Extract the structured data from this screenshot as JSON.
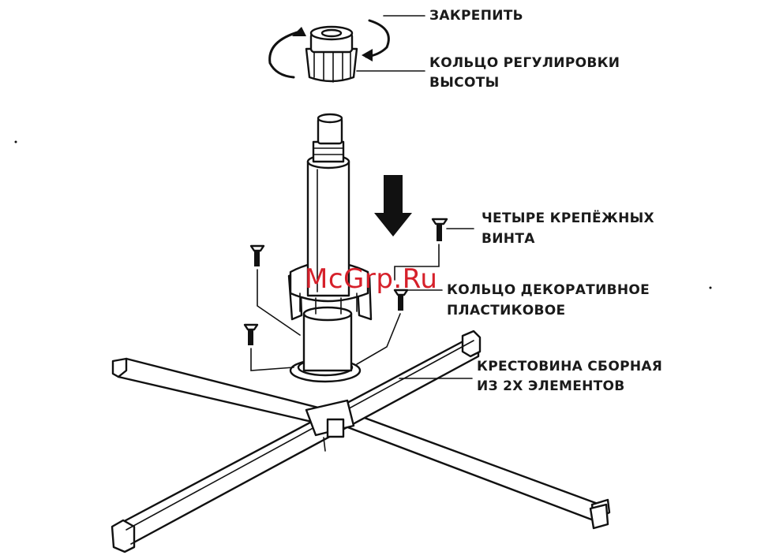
{
  "labels": {
    "fix": "ЗАКРЕПИТЬ",
    "height_ring_line1": "КОЛЬЦО РЕГУЛИРОВКИ",
    "height_ring_line2": "ВЫСОТЫ",
    "screws_line1": "ЧЕТЫРЕ КРЕПЁЖНЫХ",
    "screws_line2": "ВИНТА",
    "deco_ring_line1": "КОЛЬЦО ДЕКОРАТИВНОЕ",
    "deco_ring_line2": "ПЛАСТИКОВОЕ",
    "crosspiece_line1": "КРЕСТОВИНА СБОРНАЯ",
    "crosspiece_line2": "ИЗ 2Х ЭЛЕМЕНТОВ"
  },
  "watermark": "McGrp.Ru",
  "colors": {
    "ink": "#111111",
    "watermark": "#d6202a",
    "background": "#ffffff"
  }
}
